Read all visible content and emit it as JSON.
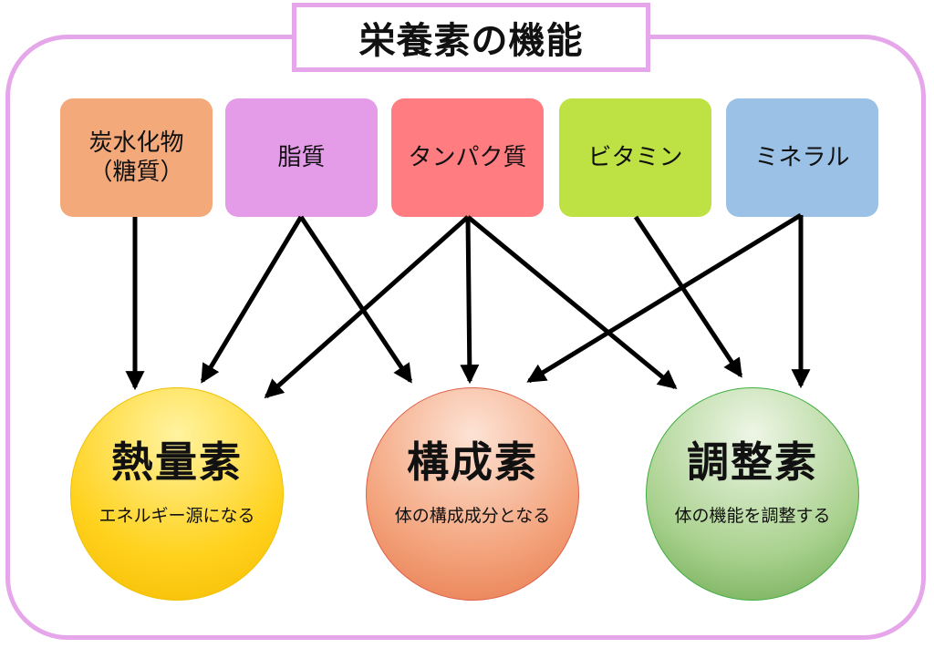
{
  "title": "栄養素の機能",
  "nutrients": [
    {
      "line1": "炭水化物",
      "line2": "（糖質）",
      "color": "#f3a97a"
    },
    {
      "line1": "脂質",
      "line2": "",
      "color": "#e49ce9"
    },
    {
      "line1": "タンパク質",
      "line2": "",
      "color": "#ff7c80"
    },
    {
      "line1": "ビタミン",
      "line2": "",
      "color": "#bee244"
    },
    {
      "line1": "ミネラル",
      "line2": "",
      "color": "#9bc2e6"
    }
  ],
  "functions": [
    {
      "name": "熱量素",
      "desc": "エネルギー源になる",
      "colors": [
        "#fff3a0",
        "#ffd21e",
        "#f5ba00"
      ]
    },
    {
      "name": "構成素",
      "desc": "体の構成成分となる",
      "colors": [
        "#fde3d5",
        "#f3a27a",
        "#e7784d"
      ]
    },
    {
      "name": "調整素",
      "desc": "体の機能を調整する",
      "colors": [
        "#eef6e6",
        "#a9d18e",
        "#6aa84f"
      ]
    }
  ],
  "frame_color": "#e6a6ea",
  "arrow_color": "#000000",
  "relations": [
    {
      "from": "炭水化物",
      "to": "熱量素"
    },
    {
      "from": "脂質",
      "to": "熱量素"
    },
    {
      "from": "脂質",
      "to": "構成素"
    },
    {
      "from": "タンパク質",
      "to": "熱量素"
    },
    {
      "from": "タンパク質",
      "to": "構成素"
    },
    {
      "from": "タンパク質",
      "to": "調整素"
    },
    {
      "from": "ビタミン",
      "to": "調整素"
    },
    {
      "from": "ミネラル",
      "to": "構成素"
    },
    {
      "from": "ミネラル",
      "to": "調整素"
    }
  ]
}
